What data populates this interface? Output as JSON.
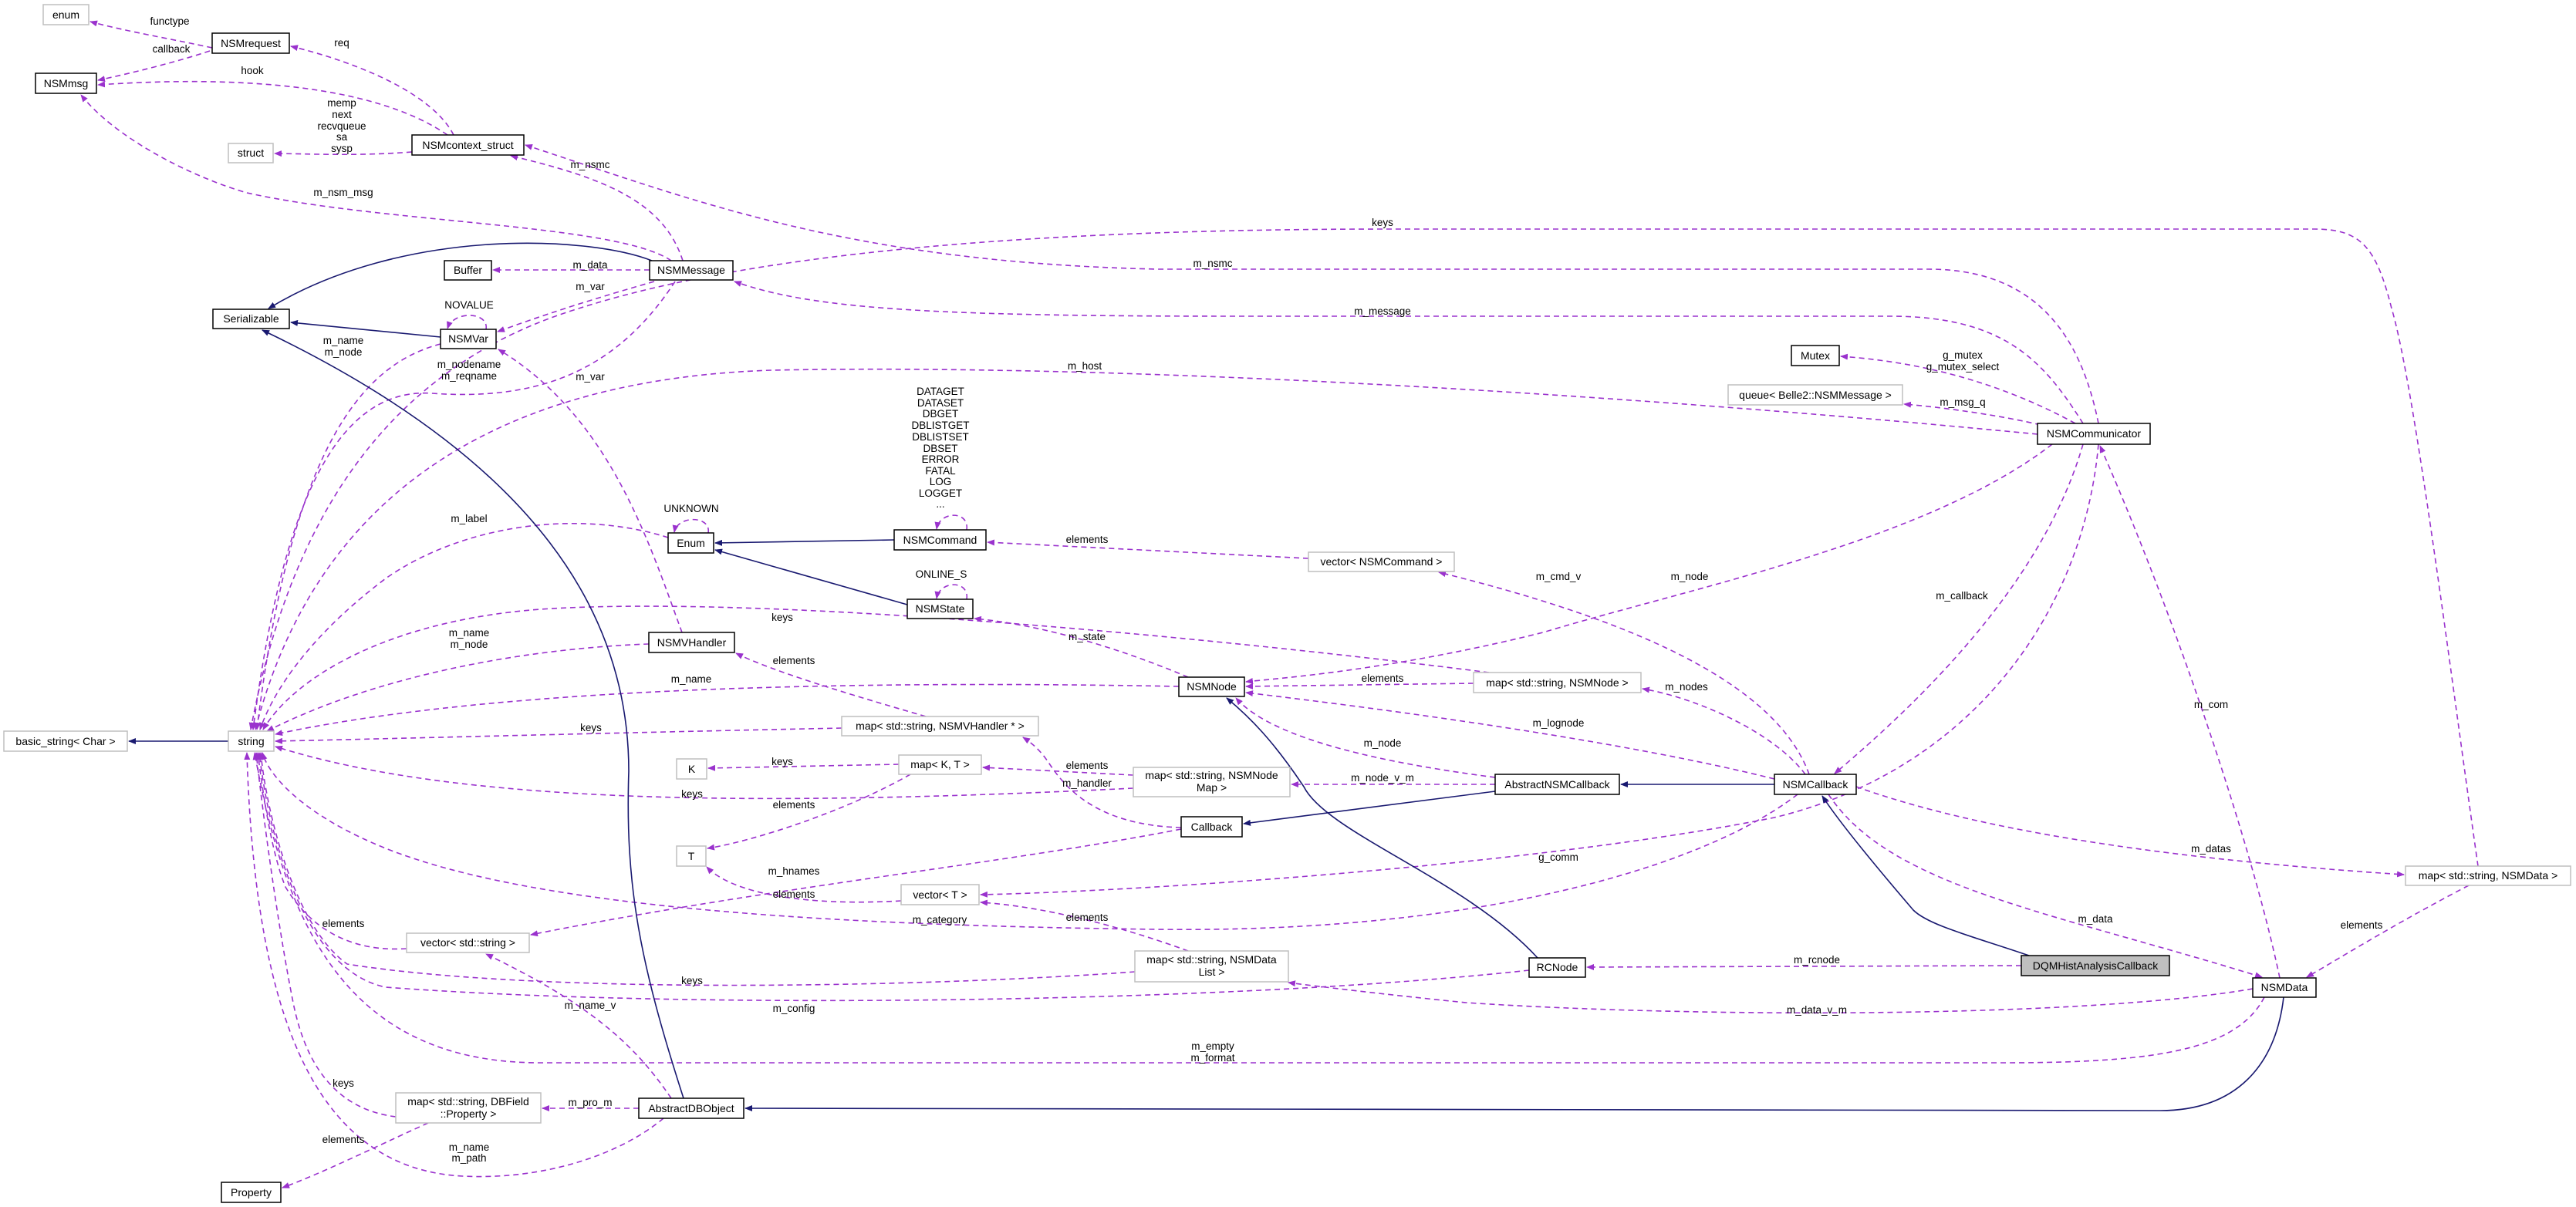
{
  "colors": {
    "usage_edge": "#9a32cd",
    "inheritance_edge": "#191970",
    "highlight_fill": "#bfbfbf",
    "external_border": "#bfbfbf"
  },
  "nodes": {
    "enum": "enum",
    "NSMrequest": "NSMrequest",
    "NSMmsg": "NSMmsg",
    "struct": "struct",
    "NSMcontext_struct": "NSMcontext_struct",
    "Serializable": "Serializable",
    "Buffer": "Buffer",
    "NSMVar": "NSMVar",
    "NSMMessage": "NSMMessage",
    "Mutex": "Mutex",
    "queue": "queue< Belle2::NSMMessage >",
    "NSMCommunicator": "NSMCommunicator",
    "NSMCommand": "NSMCommand",
    "vectorNSMCommand": "vector< NSMCommand >",
    "Enum": "Enum",
    "NSMState": "NSMState",
    "NSMVHandler": "NSMVHandler",
    "NSMNode": "NSMNode",
    "mapNSMNode": "map< std::string, NSMNode >",
    "mapNSMVHandler": "map< std::string, NSMVHandler * >",
    "basic_string": "basic_string< Char >",
    "string": "string",
    "K": "K",
    "mapKT": "map< K, T >",
    "mapNSMNodeMap": [
      "map< std::string, NSMNode",
      "Map >"
    ],
    "AbstractNSMCallback": "AbstractNSMCallback",
    "NSMCallback": "NSMCallback",
    "Callback": "Callback",
    "T": "T",
    "vectorT": "vector< T >",
    "mapNSMData": "map< std::string, NSMData >",
    "vectorString": "vector< std::string >",
    "mapNSMDataList": [
      "map< std::string, NSMData",
      "List >"
    ],
    "RCNode": "RCNode",
    "DQMHistAnalysisCallback": "DQMHistAnalysisCallback",
    "NSMData": "NSMData",
    "mapDBField": [
      "map< std::string, DBField",
      "::Property >"
    ],
    "AbstractDBObject": "AbstractDBObject",
    "Property": "Property"
  },
  "edges": {
    "functype": [
      "functype"
    ],
    "callback": [
      "callback"
    ],
    "hook": [
      "hook"
    ],
    "req": [
      "req"
    ],
    "structfields": [
      "memp",
      "next",
      "recvqueue",
      "sa",
      "sysp"
    ],
    "m_nsm_msg": [
      "m_nsm_msg"
    ],
    "m_nsmc_msg": [
      "m_nsmc"
    ],
    "m_data_buf": [
      "m_data"
    ],
    "m_var1": [
      "m_var"
    ],
    "novalue": [
      "NOVALUE"
    ],
    "m_name_node_var": [
      "m_name",
      "m_node"
    ],
    "m_nodename": [
      "m_nodename",
      "m_reqname"
    ],
    "m_var2": [
      "m_var"
    ],
    "m_label": [
      "m_label"
    ],
    "unknown": [
      "UNKNOWN"
    ],
    "cmd_values": [
      "DATAGET",
      "DATASET",
      "DBGET",
      "DBLISTGET",
      "DBLISTSET",
      "DBSET",
      "ERROR",
      "FATAL",
      "LOG",
      "LOGGET",
      "..."
    ],
    "online_s": [
      "ONLINE_S"
    ],
    "elements_cmd": [
      "elements"
    ],
    "m_state": [
      "m_state"
    ],
    "keys_nodemap": [
      "keys"
    ],
    "m_name_node_vh": [
      "m_name",
      "m_node"
    ],
    "elements_vh": [
      "elements"
    ],
    "m_name_nsmnode": [
      "m_name"
    ],
    "keys_vh": [
      "keys"
    ],
    "elements_node": [
      "elements"
    ],
    "m_nodes": [
      "m_nodes"
    ],
    "m_lognode": [
      "m_lognode"
    ],
    "m_node_abs": [
      "m_node"
    ],
    "m_node_comm": [
      "m_node"
    ],
    "m_cmd_v": [
      "m_cmd_v"
    ],
    "m_callback": [
      "m_callback"
    ],
    "g_comm": [
      "g_comm"
    ],
    "m_category": [
      "m_category"
    ],
    "m_host": [
      "m_host"
    ],
    "m_message": [
      "m_message"
    ],
    "m_nsmc_comm": [
      "m_nsmc"
    ],
    "keys_data": [
      "keys"
    ],
    "g_mutex": [
      "g_mutex",
      "g_mutex_select"
    ],
    "m_msg_q": [
      "m_msg_q"
    ],
    "m_com": [
      "m_com"
    ],
    "m_datas": [
      "m_datas"
    ],
    "elements_data": [
      "elements"
    ],
    "m_data": [
      "m_data"
    ],
    "m_rcnode": [
      "m_rcnode"
    ],
    "m_data_v_m": [
      "m_data_v_m"
    ],
    "m_empty": [
      "m_empty",
      "m_format"
    ],
    "m_config": [
      "m_config"
    ],
    "keys_datalist": [
      "keys"
    ],
    "elements_datalist": [
      "elements"
    ],
    "elements_vt": [
      "elements"
    ],
    "m_hnames": [
      "m_hnames"
    ],
    "m_handler": [
      "m_handler"
    ],
    "elements_nodemap": [
      "elements"
    ],
    "m_node_v_m": [
      "m_node_v_m"
    ],
    "keys_kt": [
      "keys"
    ],
    "keys_nodemap2": [
      "keys"
    ],
    "elements_kt": [
      "elements"
    ],
    "elements_vs": [
      "elements"
    ],
    "m_name_v": [
      "m_name_v"
    ],
    "m_pro_m": [
      "m_pro_m"
    ],
    "keys_dbfield": [
      "keys"
    ],
    "elements_dbfield": [
      "elements"
    ],
    "m_name_path": [
      "m_name",
      "m_path"
    ]
  }
}
